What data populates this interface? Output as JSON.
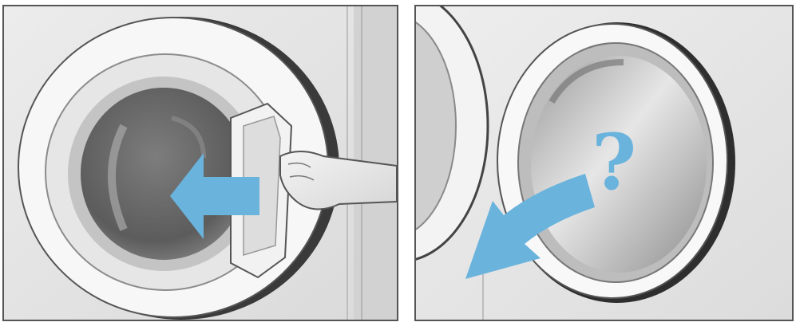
{
  "panels": [
    {
      "name": "open-door",
      "arrow_direction": "left"
    },
    {
      "name": "door-question",
      "arrow_direction": "down-left",
      "symbol": "?"
    }
  ],
  "colors": {
    "frame": "#555555",
    "arrow": "#6ab3dc",
    "background": "#e4e4e4",
    "door_ring": "#f7f7f7",
    "glass_dark": "#6f6f6f",
    "glass_light": "#d5d5d5"
  }
}
